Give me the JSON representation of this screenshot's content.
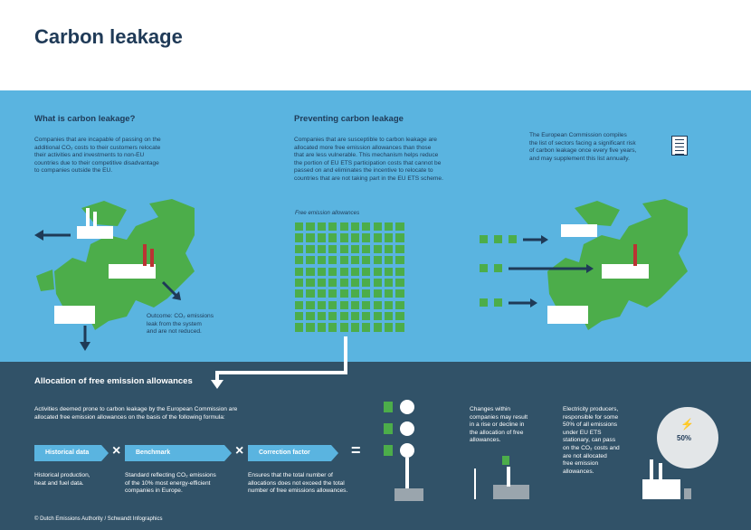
{
  "title": "Carbon leakage",
  "what": {
    "heading": "What is carbon leakage?",
    "lines": [
      "Companies that are incapable of passing on the",
      "additional CO₂ costs to their customers relocate",
      "their activities and investments to non-EU",
      "countries due to their competitive disadvantage",
      "to companies outside the EU."
    ],
    "outcome": [
      "Outcome: CO₂ emissions",
      "leak from the system",
      "and are not reduced."
    ]
  },
  "preventing": {
    "heading": "Preventing carbon leakage",
    "lines": [
      "Companies that are susceptible to carbon leakage are",
      "allocated more free emission allowances than those",
      "that are less vulnerable. This mechanism helps reduce",
      "the portion of EU ETS participation costs that cannot be",
      "passed on and eliminates the incentive to relocate to",
      "countries that are not taking part in the EU ETS scheme."
    ],
    "grid_caption": "Free emission allowances",
    "allowance_count": 100
  },
  "commission": {
    "lines": [
      "The European Commission compiles",
      "the list of sectors facing a significant risk",
      "of carbon leakage once every five years,",
      "and may supplement this list annually."
    ]
  },
  "allocation": {
    "heading": "Allocation of free emission allowances",
    "intro": [
      "Activities deemed prone to carbon leakage by the European Commission are",
      "allocated free emission allowances on the basis of the following formula:"
    ],
    "formula": {
      "historical": "Historical data",
      "benchmark": "Benchmark",
      "correction": "Correction factor",
      "times": "×",
      "equals": "="
    },
    "historical_desc": [
      "Historical production,",
      "heat and fuel data."
    ],
    "benchmark_desc": [
      "Standard reflecting CO₂ emissions",
      "of the 10% most energy-efficient",
      "companies in Europe."
    ],
    "correction_desc": [
      "Ensures that the total number of",
      "allocations does not exceed the total",
      "number of free emissions allowances."
    ],
    "changes": [
      "Changes within",
      "companies may result",
      "in a rise or decline in",
      "the allocation of free",
      "allowances."
    ],
    "electricity": [
      "Electricity producers,",
      "responsible for some",
      "50% of all emissions",
      "under EU ETS",
      "stationary, can pass",
      "on the CO₂ costs and",
      "are not allocated",
      "free emission",
      "allowances."
    ],
    "badge": "50%"
  },
  "credit": "© Dutch Emissions Authority / Schwandt Infographics",
  "colors": {
    "navy": "#1f3a57",
    "sky": "#5ab4e0",
    "slate": "#315268",
    "green": "#4cad4a"
  }
}
